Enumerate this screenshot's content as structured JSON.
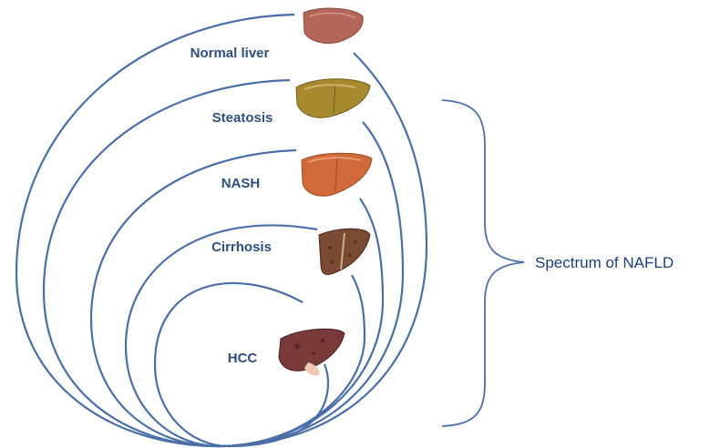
{
  "stages": [
    {
      "label": "Normal liver",
      "icon": "normal-liver-icon",
      "color": "#b5665a"
    },
    {
      "label": "Steatosis",
      "icon": "steatotic-liver-icon",
      "color": "#a88a2e"
    },
    {
      "label": "NASH",
      "icon": "nash-liver-icon",
      "color": "#d06a3a"
    },
    {
      "label": "Cirrhosis",
      "icon": "cirrhotic-liver-icon",
      "color": "#7a4a32"
    },
    {
      "label": "HCC",
      "icon": "hcc-liver-icon",
      "color": "#7a3a3a"
    }
  ],
  "spectrum_label": "Spectrum of NAFLD",
  "colors": {
    "line": "#4a6fa8",
    "text": "#2f4f80"
  }
}
